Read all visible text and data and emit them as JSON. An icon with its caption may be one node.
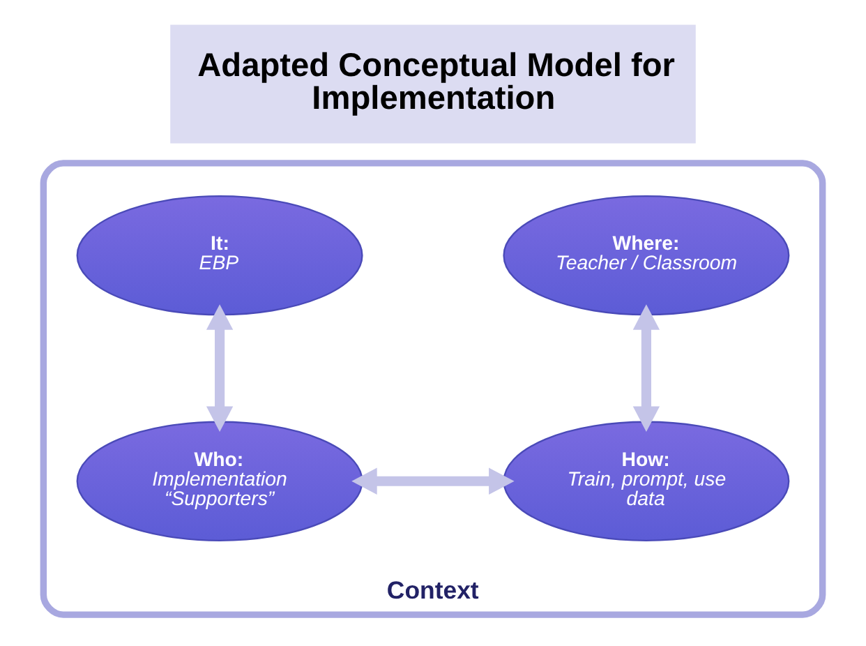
{
  "diagram": {
    "title": "Adapted Conceptual Model for Implementation",
    "nodes": [
      {
        "text": [
          "Context"
        ]
      },
      {
        "text": [
          "It:",
          "EBP"
        ],
        "in": 0
      },
      {
        "text": [
          "Where:",
          "Teacher / Classroom"
        ],
        "in": 0
      },
      {
        "text": [
          "Who:",
          "Implementation “Supporters”"
        ],
        "in": 0
      },
      {
        "text": [
          "How:",
          "Train, prompt, use data"
        ],
        "in": 0
      }
    ],
    "edges": [
      {
        "from": 1,
        "to": 3,
        "arrow": "both"
      },
      {
        "from": 2,
        "to": 4,
        "arrow": "both"
      },
      {
        "from": 3,
        "to": 4,
        "arrow": "both"
      }
    ]
  }
}
